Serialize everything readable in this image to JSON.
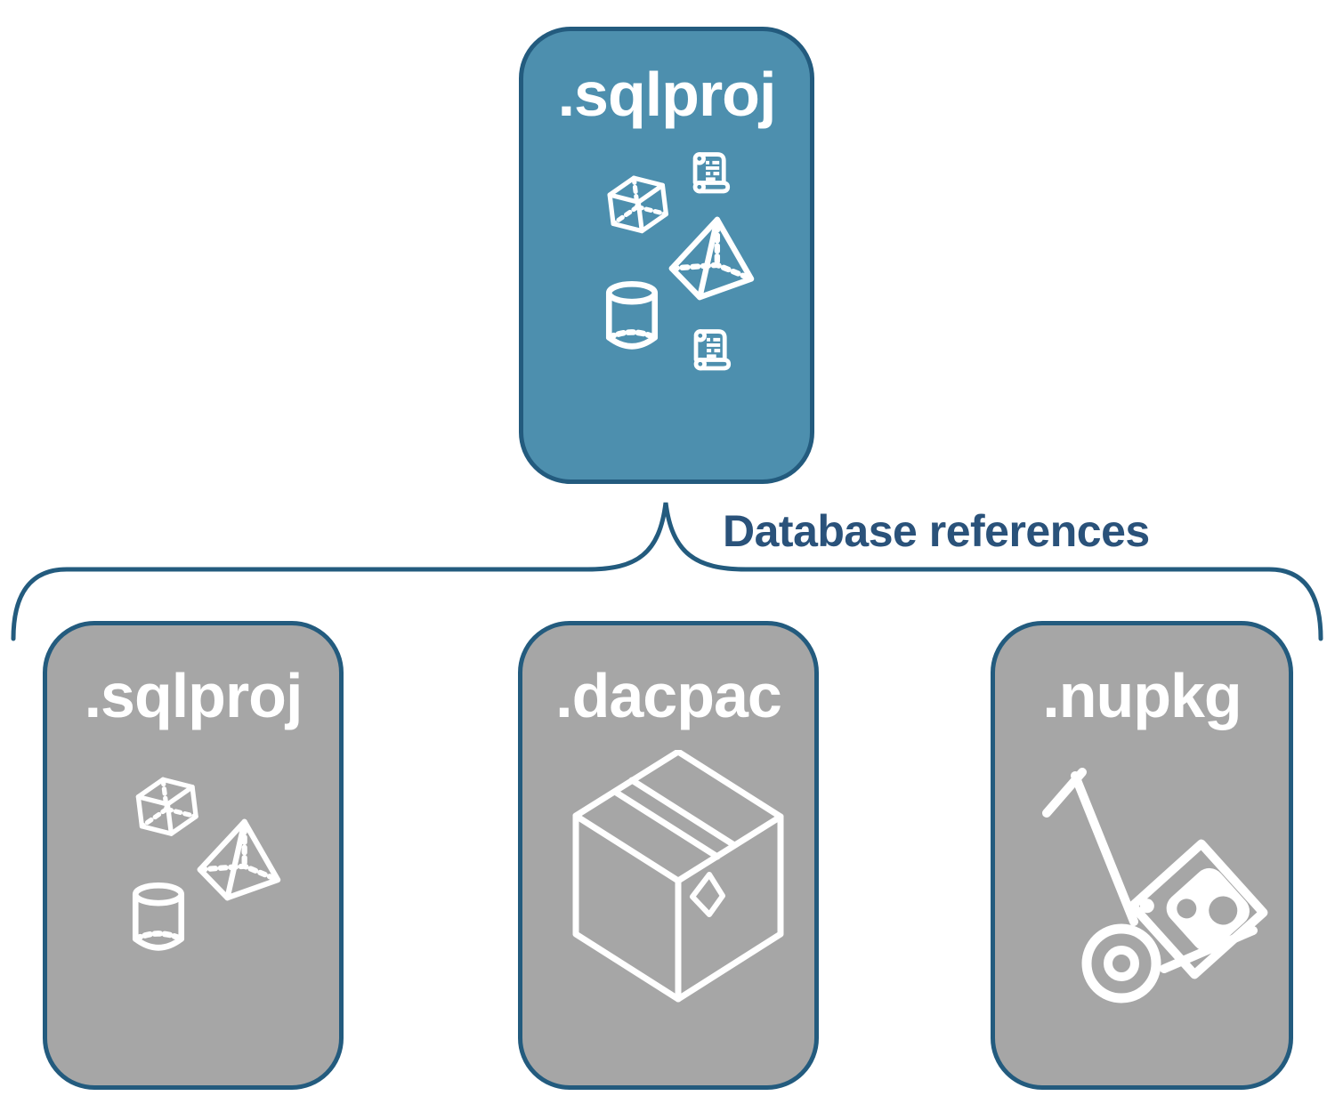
{
  "colors": {
    "accent_fill": "#4d8fae",
    "outline": "#235b7e",
    "muted_fill": "#a6a6a6",
    "icon_stroke": "#ffffff",
    "edge_label_text": "#2a527a",
    "node_title_text": "#ffffff"
  },
  "diagram": {
    "root": {
      "label": ".sqlproj",
      "icons": [
        "scroll-icon",
        "cube-icon",
        "pyramid-icon",
        "cylinder-icon",
        "scroll-icon"
      ]
    },
    "edge": {
      "label": "Database references"
    },
    "children": [
      {
        "label": ".sqlproj",
        "icons": [
          "cube-icon",
          "pyramid-icon",
          "cylinder-icon"
        ]
      },
      {
        "label": ".dacpac",
        "icons": [
          "package-box-icon"
        ]
      },
      {
        "label": ".nupkg",
        "icons": [
          "nuget-hand-truck-icon"
        ]
      }
    ]
  }
}
